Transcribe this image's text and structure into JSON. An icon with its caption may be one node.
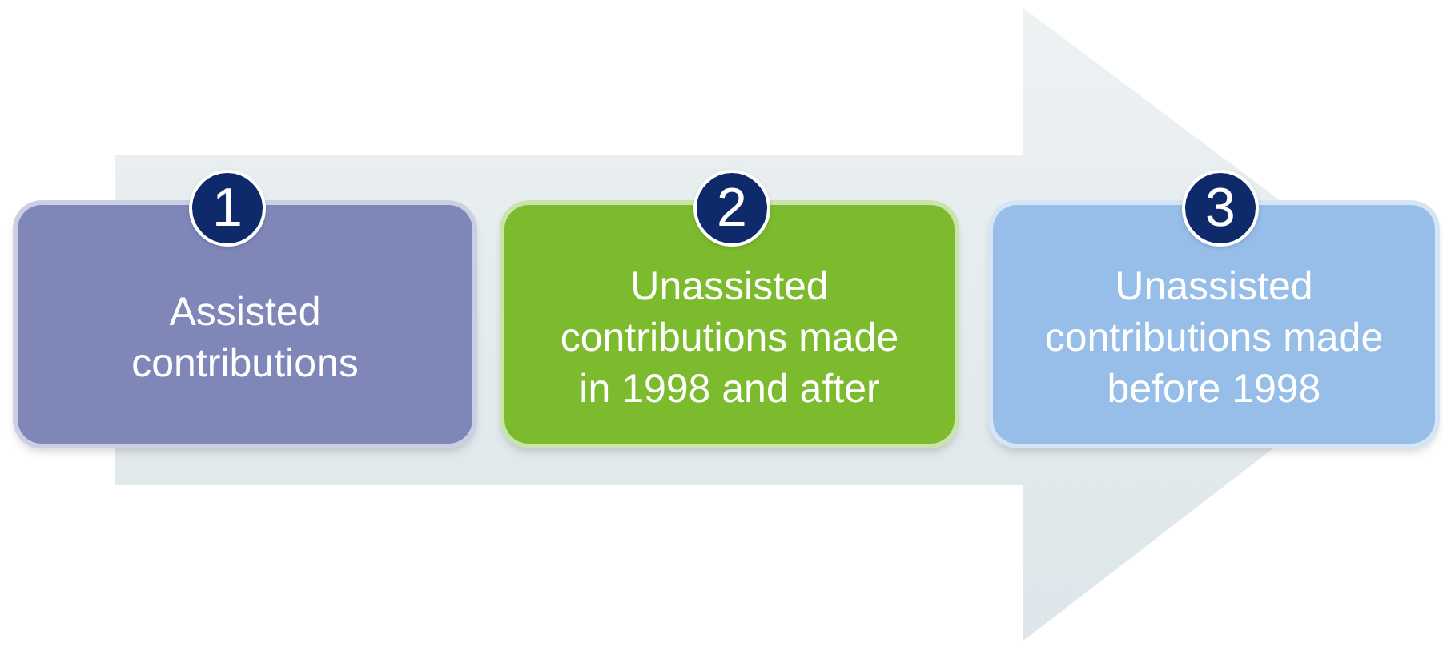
{
  "diagram": {
    "nodes": [
      {
        "text": [
          "1"
        ]
      },
      {
        "text": [
          "Assisted contributions"
        ]
      },
      {
        "text": [
          "2"
        ]
      },
      {
        "text": [
          "Unassisted contributions made in 1998 and after"
        ]
      },
      {
        "text": [
          "3"
        ]
      },
      {
        "text": [
          "Unassisted contributions made before 1998"
        ]
      }
    ],
    "edges": [
      {
        "from": 1,
        "to": 5,
        "arrow": "to"
      }
    ]
  }
}
